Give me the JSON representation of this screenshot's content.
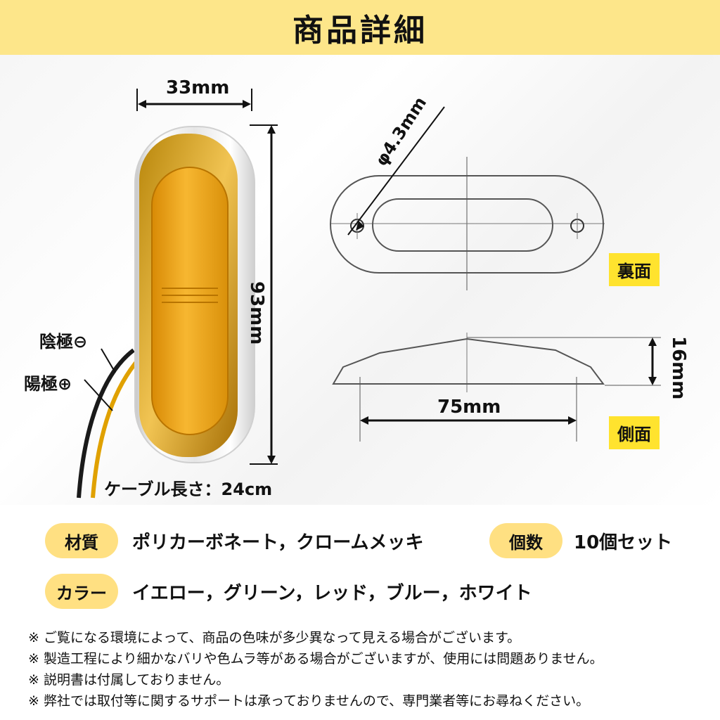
{
  "header": {
    "title": "商品詳細"
  },
  "dimensions": {
    "width_front": "33mm",
    "height_front": "93mm",
    "hole_diameter": "φ4.3mm",
    "length_side": "75mm",
    "height_side": "16mm"
  },
  "views": {
    "back": "裏面",
    "side": "側面"
  },
  "wires": {
    "negative": "陰極⊖",
    "positive": "陽極⊕"
  },
  "cable": {
    "length_label": "ケーブル長さ：24cm"
  },
  "specs": {
    "material_label": "材質",
    "material_value": "ポリカーボネート，クロームメッキ",
    "count_label": "個数",
    "count_value": "10個セット",
    "color_label": "カラー",
    "color_value": "イエロー，グリーン，レッド，ブルー，ホワイト"
  },
  "notes": [
    "※ ご覧になる環境によって、商品の色味が多少異なって見える場合がございます。",
    "※ 製造工程により細かなバリや色ムラ等がある場合がございますが、使用には問題ありません。",
    "※ 説明書は付属しておりません。",
    "※ 弊社では取付等に関するサポートは承っておりませんので、専門業者等にお尋ねください。"
  ],
  "colors": {
    "header_bg": "#fde68a",
    "tag_bg": "#ffe32e",
    "pill_bg": "#ffe082",
    "lens": "#f2a413"
  }
}
